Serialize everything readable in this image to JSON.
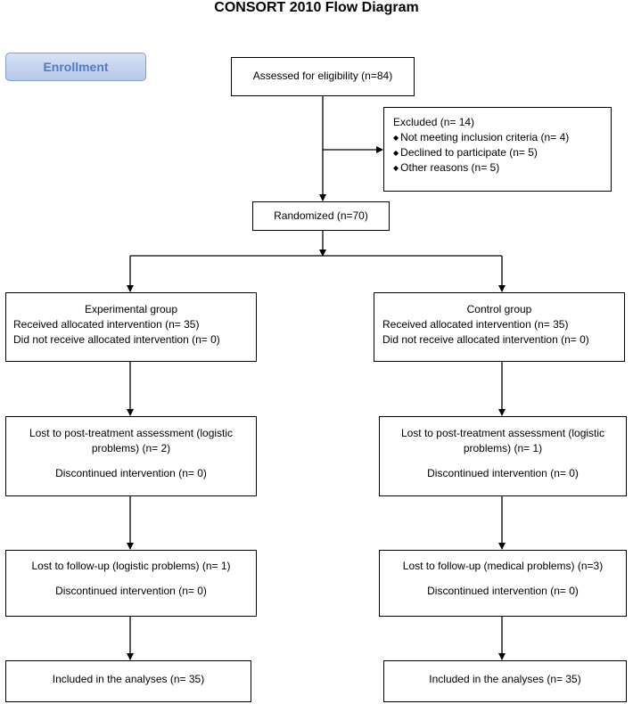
{
  "title": "CONSORT 2010 Flow Diagram",
  "enrollment_label": "Enrollment",
  "assessed": "Assessed for eligibility (n=84)",
  "excluded": {
    "heading": "Excluded (n= 14)",
    "reasons": [
      "Not meeting inclusion criteria (n= 4)",
      "Declined to participate (n= 5)",
      "Other reasons (n= 5)"
    ]
  },
  "randomized": "Randomized (n=70)",
  "experimental": {
    "allocation": {
      "group": "Experimental group",
      "received": "Received allocated intervention (n= 35)",
      "not_received": "Did not receive allocated intervention (n= 0)"
    },
    "post_treatment": {
      "lost_line1": "Lost to post-treatment assessment (logistic",
      "lost_line2": "problems) (n= 2)",
      "discontinued": "Discontinued intervention (n= 0)"
    },
    "follow_up": {
      "lost": "Lost to follow-up (logistic problems) (n= 1)",
      "discontinued": "Discontinued intervention (n= 0)"
    },
    "analysis": "Included in the analyses (n= 35)"
  },
  "control": {
    "allocation": {
      "group": "Control group",
      "received": "Received allocated intervention (n= 35)",
      "not_received": "Did not receive allocated intervention (n= 0)"
    },
    "post_treatment": {
      "lost_line1": "Lost to post-treatment assessment (logistic",
      "lost_line2": "problems) (n= 1)",
      "discontinued": "Discontinued intervention (n= 0)"
    },
    "follow_up": {
      "lost": "Lost to follow-up (medical problems) (n=3)",
      "discontinued": "Discontinued intervention (n= 0)"
    },
    "analysis": "Included in the analyses (n= 35)"
  }
}
